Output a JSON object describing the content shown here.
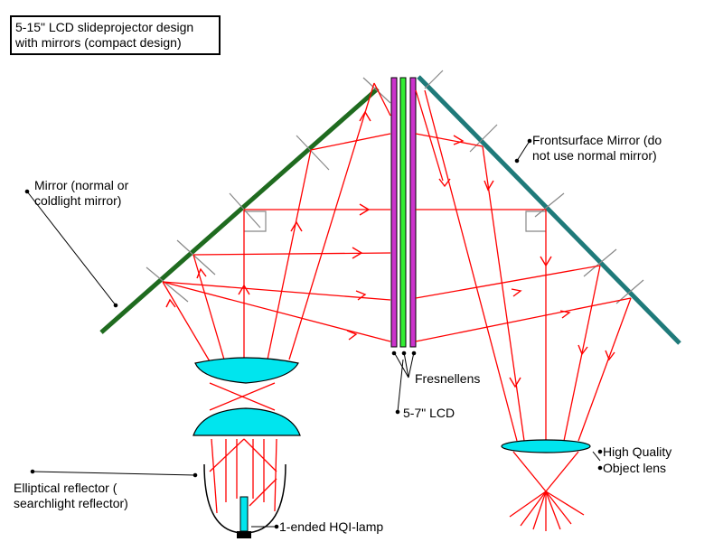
{
  "title": {
    "line1": "5-15\" LCD slideprojector design",
    "line2": "with mirrors (compact design)"
  },
  "labels": {
    "left_mirror_1": "Mirror (normal or",
    "left_mirror_2": "coldlight mirror)",
    "front_mirror_1": "Frontsurface Mirror (do",
    "front_mirror_2": "not use normal mirror)",
    "fresnel": "Fresnellens",
    "lcd": "5-7\" LCD",
    "object_lens_1": "High Quality",
    "object_lens_2": "Object lens",
    "reflector_1": "Elliptical reflector (",
    "reflector_2": "searchlight reflector)",
    "lamp": "1-ended HQI-lamp"
  },
  "colors": {
    "left_mirror": "#1f6b1f",
    "right_mirror": "#1f7a7a",
    "lens_fill": "#00e5ee",
    "ray": "#ff0000",
    "lcd": "#33ee33",
    "fresnel": "#cc33cc",
    "helper_lines": "#888888"
  }
}
